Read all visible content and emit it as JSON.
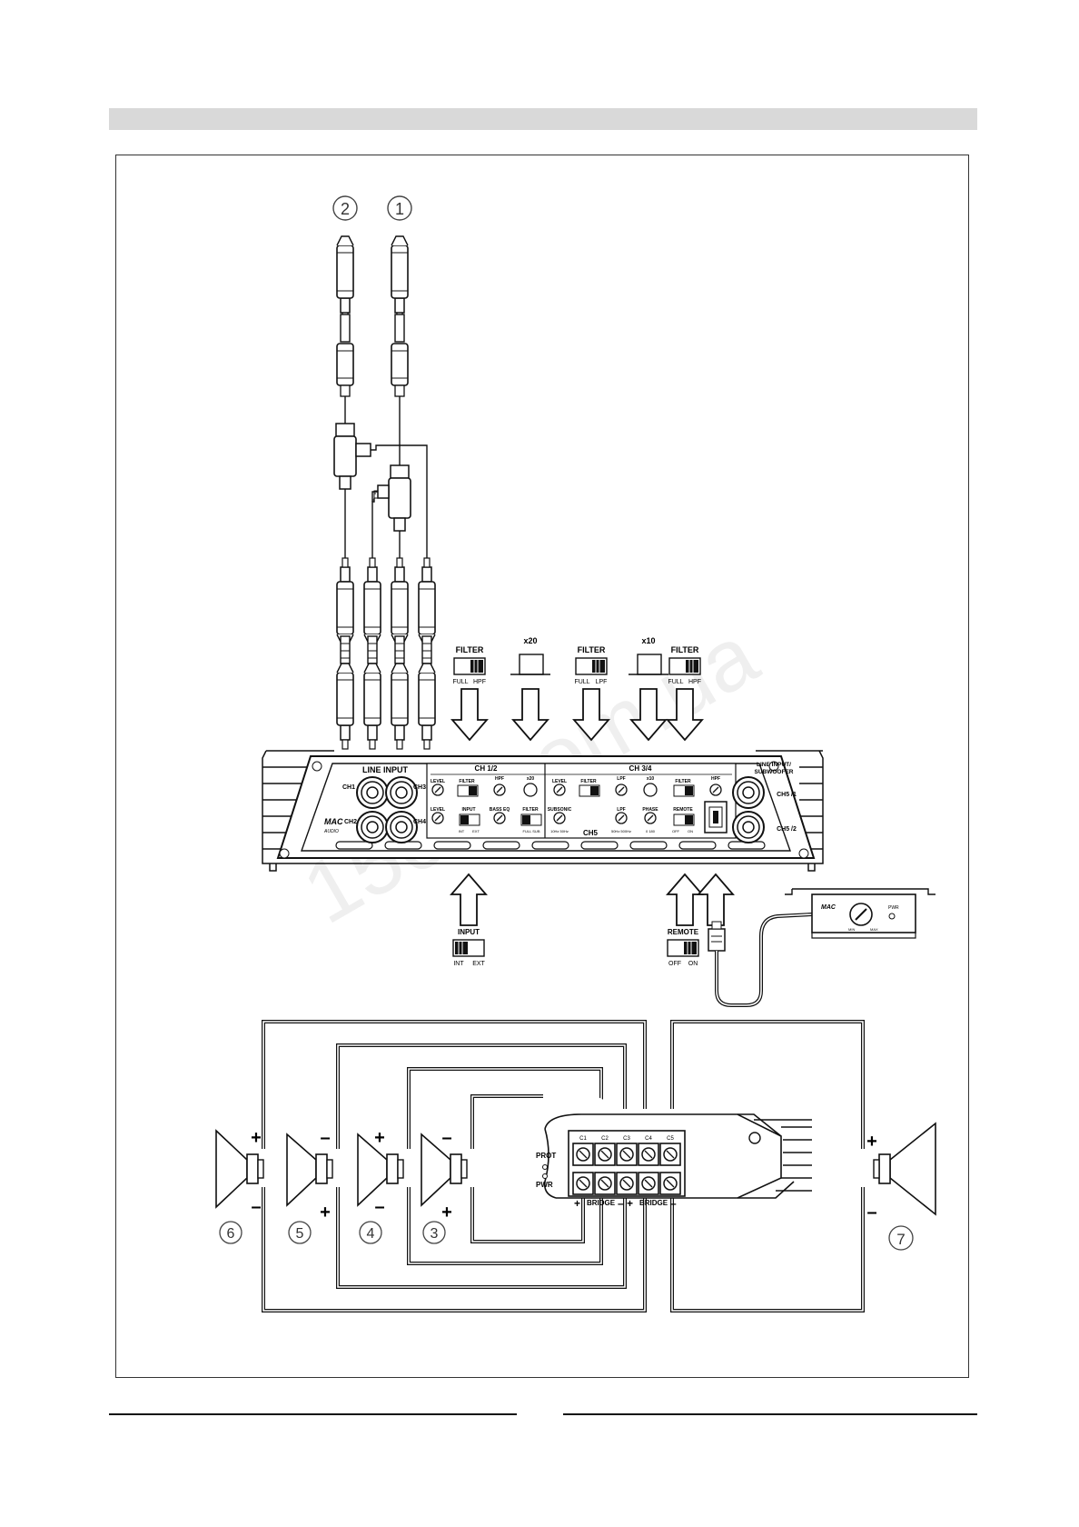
{
  "watermark": "1500.com.ua",
  "callouts": {
    "c1": "1",
    "c2": "2",
    "c3": "3",
    "c4": "4",
    "c5": "5",
    "c6": "6",
    "c7": "7"
  },
  "switches": {
    "filter_a": {
      "title": "FILTER",
      "left": "FULL",
      "right": "HPF"
    },
    "gain_x20": {
      "title": "x20"
    },
    "filter_b": {
      "title": "FILTER",
      "left": "FULL",
      "right": "LPF"
    },
    "gain_x10": {
      "title": "x10"
    },
    "filter_c": {
      "title": "FILTER",
      "left": "FULL",
      "right": "HPF"
    },
    "input": {
      "title": "INPUT",
      "left": "INT",
      "right": "EXT"
    },
    "remote": {
      "title": "REMOTE",
      "left": "OFF",
      "right": "ON"
    }
  },
  "amp_panel": {
    "line_input": "LINE INPUT",
    "ch1": "CH1",
    "ch2": "CH2",
    "ch3": "CH3",
    "ch4": "CH4",
    "ch12": "CH 1/2",
    "ch34": "CH 3/4",
    "ch5": "CH5",
    "line_input_sub": "LINE INPUT/",
    "subwoofer": "SUBWOOFER",
    "ch5_1": "CH5 /1",
    "ch5_2": "CH5 /2",
    "level": "LEVEL",
    "filter": "FILTER",
    "hpf": "HPF",
    "lpf": "LPF",
    "x20": "x20",
    "x10": "x10",
    "input": "INPUT",
    "bass_eq": "BASS EQ",
    "subsonic": "SUBSONIC",
    "phase": "PHASE",
    "remote": "REMOTE",
    "full_sub": "FULL SUB",
    "int": "INT",
    "ext": "EXT",
    "off": "OFF",
    "on": "ON",
    "range_sub": "10Hz  50Hz",
    "range_lpf": "50Hz  500Hz",
    "range_phase": "0    180",
    "brand": "MAC",
    "brand_sub": "AUDIO"
  },
  "remote_unit": {
    "brand": "MAC",
    "pwr": "PWR",
    "min": "MIN",
    "max": "MAX"
  },
  "terminal": {
    "labels": [
      "C1",
      "C2",
      "C3",
      "C4",
      "C5"
    ],
    "prot": "PROT",
    "pwr": "PWR",
    "bridge1": "BRIDGE",
    "bridge2": "BRIDGE",
    "plus": "+",
    "minus": "–"
  },
  "speaker_signs": {
    "plus": "+",
    "minus": "–"
  }
}
